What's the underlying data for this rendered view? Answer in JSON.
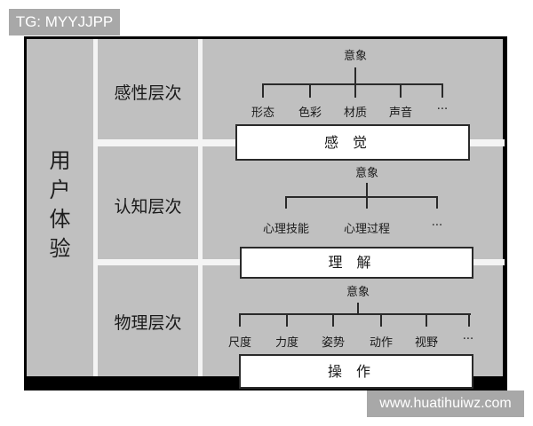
{
  "watermark": {
    "top": "TG: MYYJJPP",
    "bottom": "www.huatihuiwz.com"
  },
  "diagram": {
    "root_label": "用户体验",
    "root_chars": [
      "用",
      "户",
      "体",
      "验"
    ],
    "levels": [
      {
        "name": "感性层次",
        "parent": "意象",
        "children": [
          "形态",
          "色彩",
          "材质",
          "声音",
          "···"
        ],
        "result": "感觉"
      },
      {
        "name": "认知层次",
        "parent": "意象",
        "children": [
          "心理技能",
          "心理过程",
          "···"
        ],
        "result": "理解"
      },
      {
        "name": "物理层次",
        "parent": "意象",
        "children": [
          "尺度",
          "力度",
          "姿势",
          "动作",
          "视野",
          "···"
        ],
        "result": "操作"
      }
    ]
  },
  "colors": {
    "cell_gray": "#c0c0c0",
    "frame_black": "#000000",
    "separator_white": "#f4f4f4",
    "watermark_gray": "#a8a8a8"
  }
}
